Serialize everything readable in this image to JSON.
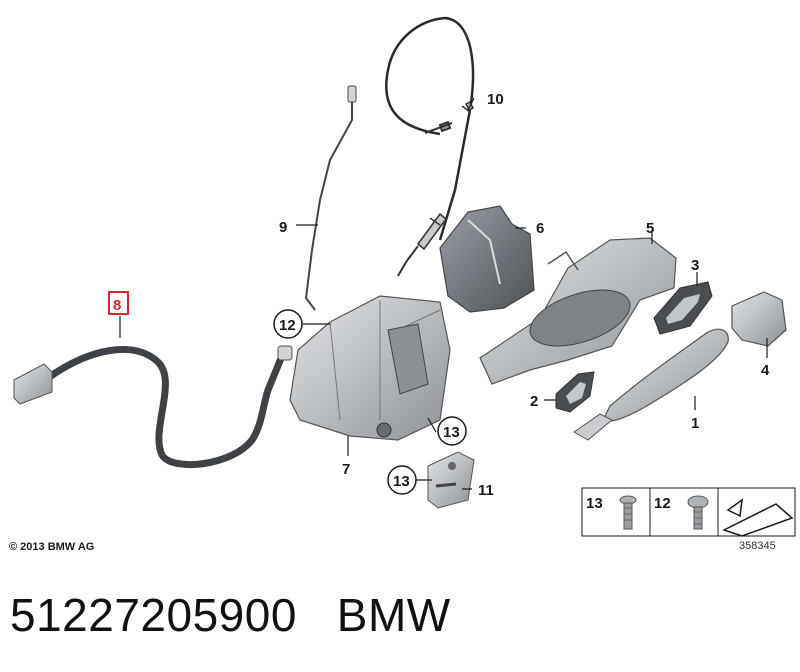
{
  "callouts": {
    "c1": "1",
    "c2": "2",
    "c3": "3",
    "c4": "4",
    "c5": "5",
    "c6": "6",
    "c7": "7",
    "c8": "8",
    "c9": "9",
    "c10": "10",
    "c11": "11",
    "c12": "12",
    "c13a": "13",
    "c13b": "13"
  },
  "legend": {
    "screw13": "13",
    "screw12": "12"
  },
  "copyright": "© 2013 BMW AG",
  "ref_number": "358345",
  "footer": {
    "part_number": "51227205900",
    "brand": "BMW"
  },
  "colors": {
    "highlight": "#d9262b",
    "line": "#222222",
    "part_fill": "#b5b8bc"
  }
}
